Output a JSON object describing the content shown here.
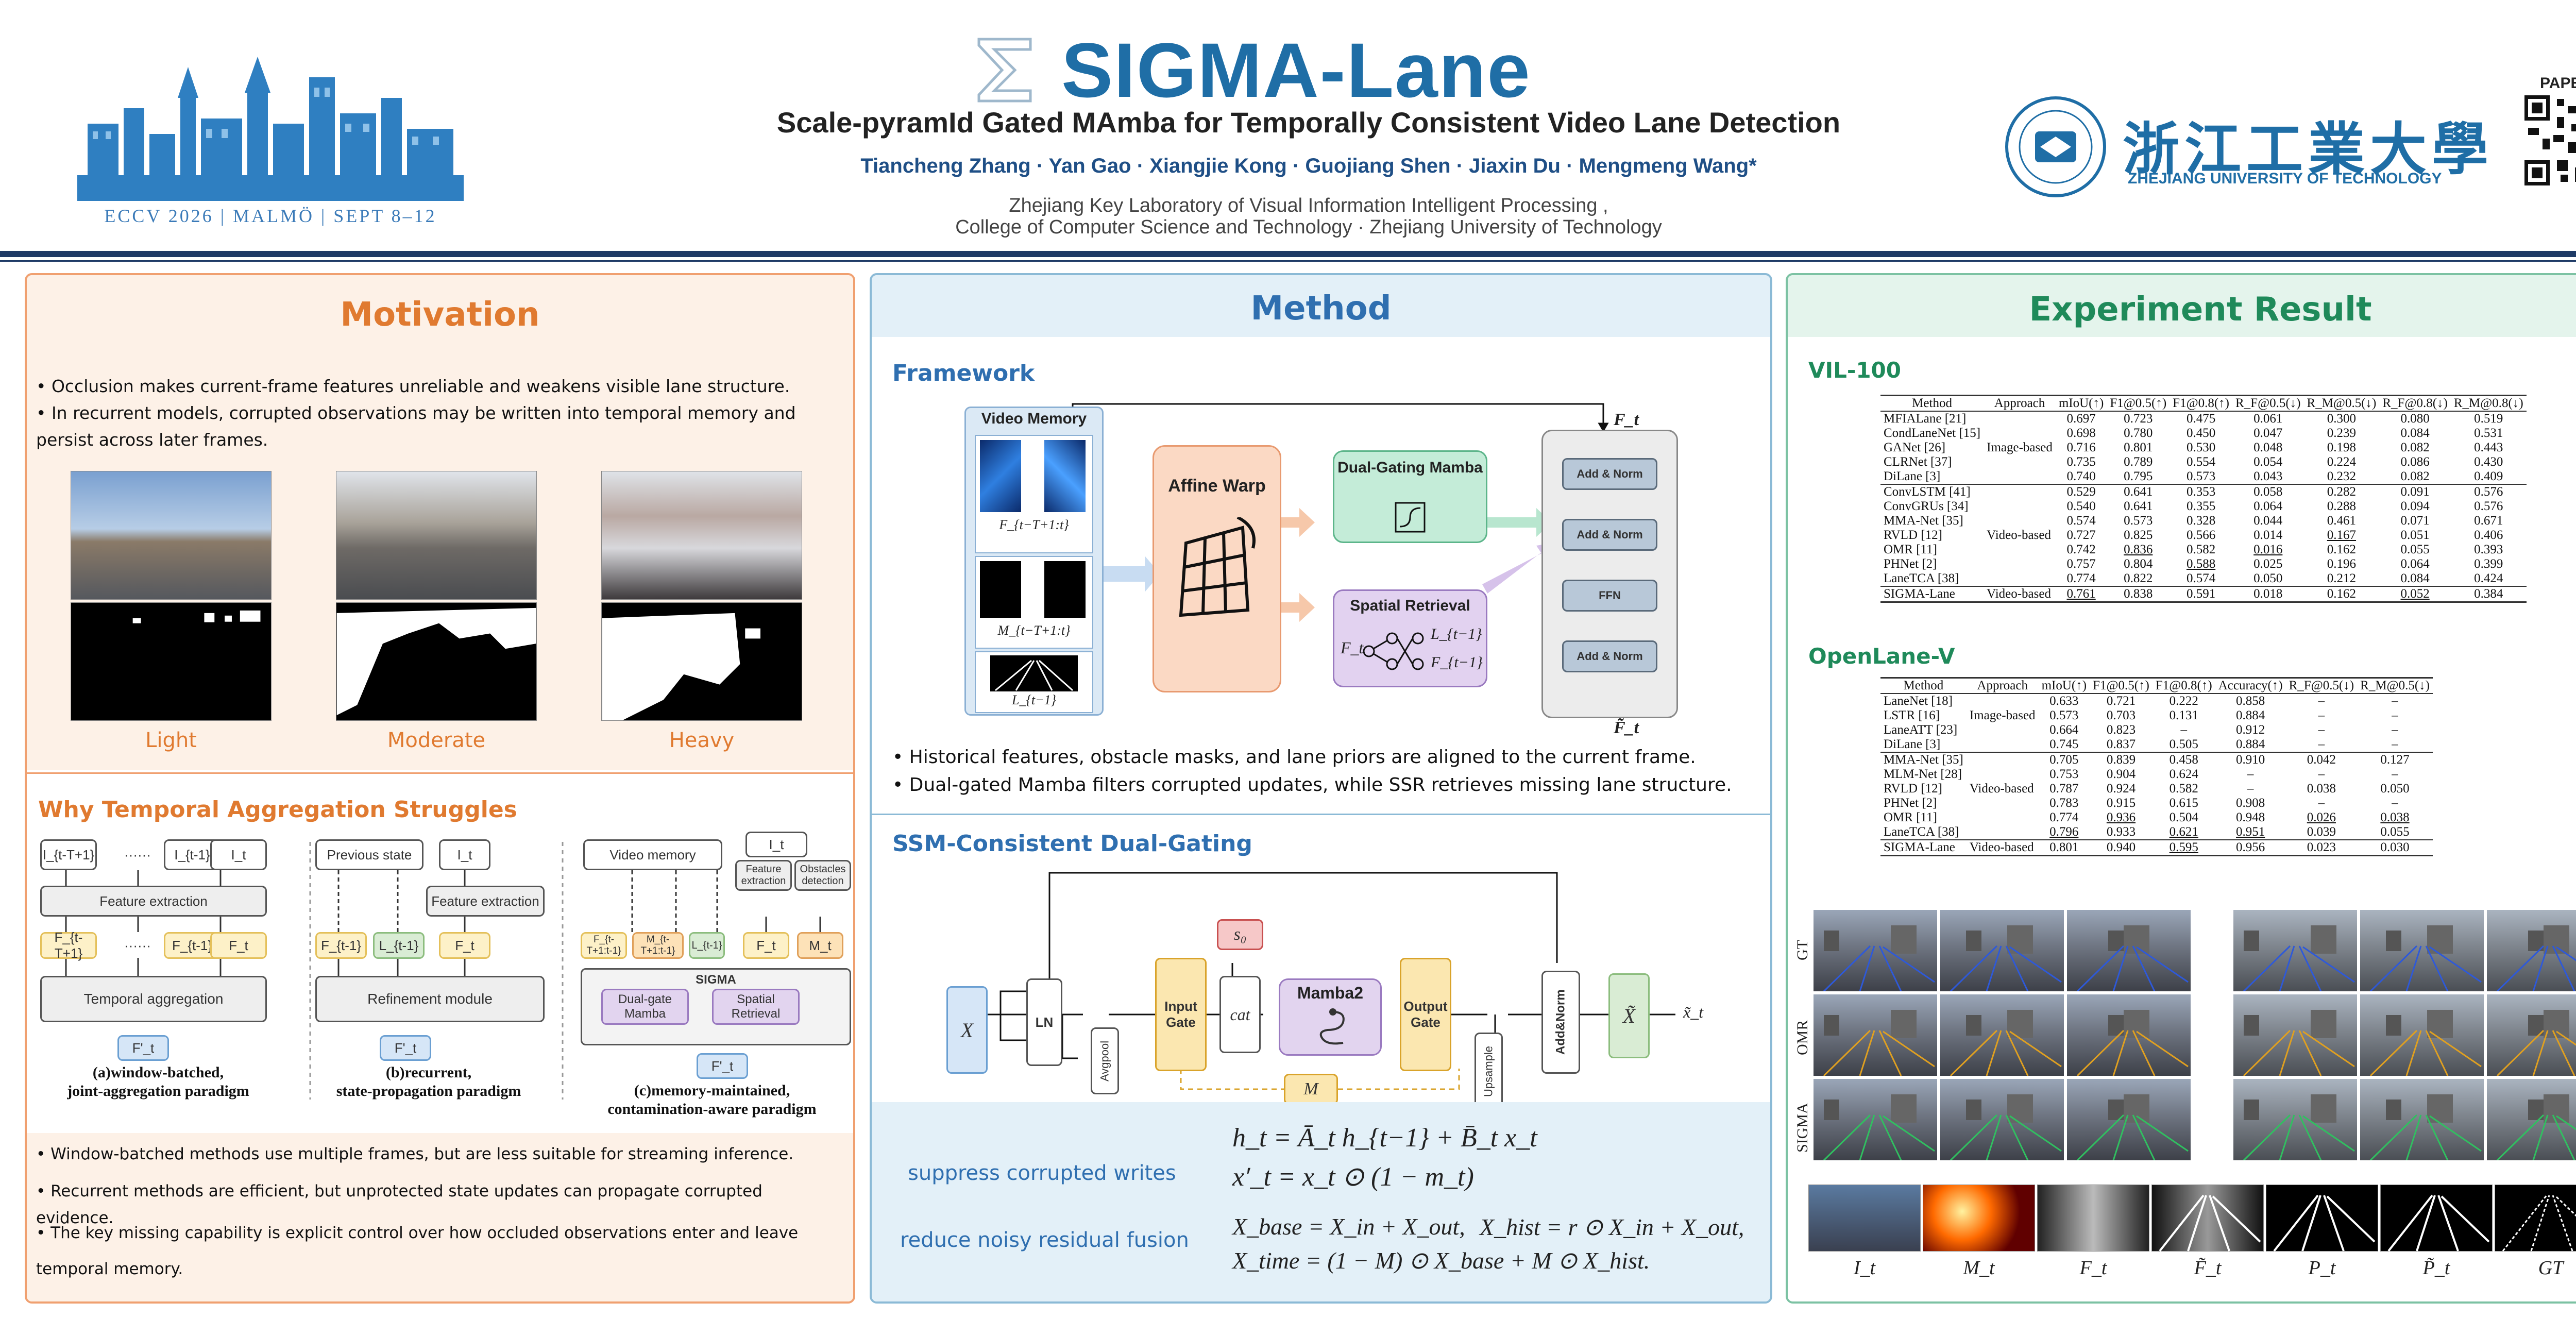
{
  "header": {
    "title": "SIGMA-Lane",
    "subtitle": "Scale-pyramId Gated MAmba for Temporally Consistent Video Lane Detection",
    "authors": "Tiancheng Zhang · Yan Gao · Xiangjie Kong · Guojiang Shen · Jiaxin Du · Mengmeng Wang*",
    "affiliation_1": "Zhejiang Key Laboratory of Visual Information Intelligent Processing ,",
    "affiliation_2": "College of Computer Science and Technology · Zhejiang University of Technology",
    "conference": "ECCV 2026 | MALMÖ | SEPT 8–12",
    "university_cn": "浙江工業大學",
    "university_en": "ZHEJIANG UNIVERSITY OF TECHNOLOGY",
    "paper_label": "PAPER",
    "colors": {
      "brand": "#1f6ea6",
      "bar": "#1f3b66"
    }
  },
  "motivation": {
    "title": "Motivation",
    "bullets": [
      "• Occlusion makes current-frame features unreliable and weakens visible lane structure.",
      "• In recurrent models, corrupted observations may be written into temporal memory and persist across later frames."
    ],
    "occlusion_levels": [
      "Light",
      "Moderate",
      "Heavy"
    ],
    "why_title": "Why Temporal Aggregation Struggles",
    "diagram_a": {
      "inputs": [
        "I_{t-T+1}",
        "······",
        "I_{t-1}",
        "I_t"
      ],
      "feature_extraction": "Feature extraction",
      "features": [
        "F_{t-T+1}",
        "······",
        "F_{t-1}",
        "F_t"
      ],
      "aggregation": "Temporal aggregation",
      "output": "F'_t",
      "caption": "(a)window-batched,\njoint-aggregation paradigm"
    },
    "diagram_b": {
      "previous_state": "Previous state",
      "input": "I_t",
      "feature_extraction": "Feature extraction",
      "state_feats": [
        "F_{t-1}",
        "L_{t-1}"
      ],
      "current_feat": "F_t",
      "refinement": "Refinement module",
      "output": "F'_t",
      "caption": "(b)recurrent,\nstate-propagation paradigm"
    },
    "diagram_c": {
      "video_memory": "Video memory",
      "input": "I_t",
      "feature_extraction": "Feature extraction",
      "obstacles": "Obstacles detection",
      "feats": [
        "F_{t-T+1:t-1}",
        "M_{t-T+1:t-1}",
        "L_{t-1}",
        "F_t",
        "M_t"
      ],
      "sigma": "SIGMA",
      "dual_gate": "Dual-gate Mamba",
      "spatial": "Spatial Retrieval",
      "output": "F'_t",
      "caption": "(c)memory-maintained,\ncontamination-aware paradigm"
    },
    "bottom_bullets": [
      "• Window-batched methods use multiple frames, but are less suitable for streaming inference.",
      "• Recurrent methods are efficient, but unprotected state updates can propagate corrupted evidence.",
      "• The key missing capability is explicit control over how occluded observations enter and leave temporal memory."
    ]
  },
  "method": {
    "title": "Method",
    "framework_title": "Framework",
    "framework": {
      "video_memory": "Video Memory",
      "mem_labels": [
        "F_{t−T+1:t}",
        "M_{t−T+1:t}",
        "L_{t−1}"
      ],
      "affine_warp": "Affine Warp",
      "dual_gating": "Dual-Gating Mamba",
      "spatial_retrieval": "Spatial Retrieval",
      "sr_labels": [
        "F_t",
        "L_{t−1}",
        "F_{t−1}"
      ],
      "add_norm": "Add & Norm",
      "ffn": "FFN",
      "top_out": "F_t",
      "bottom_out": "F̃_t"
    },
    "framework_bullets": [
      "• Historical features, obstacle masks, and lane priors are aligned to the current frame.",
      "• Dual-gated Mamba filters corrupted updates, while SSR retrieves missing lane structure."
    ],
    "ssm_title": "SSM-Consistent Dual-Gating",
    "ssm": {
      "x": "X",
      "ln": "LN",
      "avgpool": "Avgpool",
      "input_gate": "Input Gate",
      "s0": "s₀",
      "cat": "cat",
      "mamba": "Mamba2",
      "output_gate": "Output Gate",
      "upsample": "Upsample",
      "add_norm": "Add&Norm",
      "x_tilde": "X̃",
      "out": "x̃_t",
      "m": "M"
    },
    "eq_label_1": "suppress corrupted writes",
    "eq_label_2": "reduce noisy residual fusion",
    "eq_1a": "h_t = Ā_t h_{t−1} + B̄_t x_t",
    "eq_1b": "x′_t = x_t ⊙ (1 − m_t)",
    "eq_2a": "X_base = X_in + X_out,",
    "eq_2b": "X_hist = r ⊙ X_in + X_out,",
    "eq_2c": "X_time = (1 − M) ⊙ X_base + M ⊙ X_hist."
  },
  "experiment": {
    "title": "Experiment Result",
    "vil_title": "VIL-100",
    "vil_headers": [
      "Method",
      "Approach",
      "mIoU(↑)",
      "F1@0.5(↑)",
      "F1@0.8(↑)",
      "R_F@0.5(↓)",
      "R_M@0.5(↓)",
      "R_F@0.8(↓)",
      "R_M@0.8(↓)"
    ],
    "vil_image": [
      [
        "MFIALane [21]",
        "0.697",
        "0.723",
        "0.475",
        "0.061",
        "0.300",
        "0.080",
        "0.519"
      ],
      [
        "CondLaneNet [15]",
        "0.698",
        "0.780",
        "0.450",
        "0.047",
        "0.239",
        "0.084",
        "0.531"
      ],
      [
        "GANet [26]",
        "0.716",
        "0.801",
        "0.530",
        "0.048",
        "0.198",
        "0.082",
        "0.443"
      ],
      [
        "CLRNet [37]",
        "0.735",
        "0.789",
        "0.554",
        "0.054",
        "0.224",
        "0.086",
        "0.430"
      ],
      [
        "DiLane [3]",
        "0.740",
        "0.795",
        "0.573",
        "0.043",
        "0.232",
        "0.082",
        "0.409"
      ]
    ],
    "vil_video": [
      [
        "ConvLSTM [41]",
        "0.529",
        "0.641",
        "0.353",
        "0.058",
        "0.282",
        "0.091",
        "0.576"
      ],
      [
        "ConvGRUs [34]",
        "0.540",
        "0.641",
        "0.355",
        "0.064",
        "0.288",
        "0.094",
        "0.576"
      ],
      [
        "MMA-Net [35]",
        "0.574",
        "0.573",
        "0.328",
        "0.044",
        "0.461",
        "0.071",
        "0.671"
      ],
      [
        "RVLD [12]",
        "0.727",
        "0.825",
        "0.566",
        "0.014",
        "0.167",
        "0.051",
        "0.406"
      ],
      [
        "OMR [11]",
        "0.742",
        "0.836",
        "0.582",
        "0.016",
        "0.162",
        "0.055",
        "0.393"
      ],
      [
        "PHNet [2]",
        "0.757",
        "0.804",
        "0.588",
        "0.025",
        "0.196",
        "0.064",
        "0.399"
      ],
      [
        "LaneTCA [38]",
        "0.774",
        "0.822",
        "0.574",
        "0.050",
        "0.212",
        "0.084",
        "0.424"
      ]
    ],
    "vil_ours": [
      "SIGMA-Lane",
      "Video-based",
      "0.761",
      "0.838",
      "0.591",
      "0.018",
      "0.162",
      "0.052",
      "0.384"
    ],
    "approach_image": "Image-based",
    "approach_video": "Video-based",
    "openlane_title": "OpenLane-V",
    "ol_headers": [
      "Method",
      "Approach",
      "mIoU(↑)",
      "F1@0.5(↑)",
      "F1@0.8(↑)",
      "Accuracy(↑)",
      "R_F@0.5(↓)",
      "R_M@0.5(↓)"
    ],
    "ol_image": [
      [
        "LaneNet [18]",
        "0.633",
        "0.721",
        "0.222",
        "0.858",
        "–",
        "–"
      ],
      [
        "LSTR [16]",
        "0.573",
        "0.703",
        "0.131",
        "0.884",
        "–",
        "–"
      ],
      [
        "LaneATT [23]",
        "0.664",
        "0.823",
        "–",
        "0.912",
        "–",
        "–"
      ],
      [
        "DiLane [3]",
        "0.745",
        "0.837",
        "0.505",
        "0.884",
        "–",
        "–"
      ]
    ],
    "ol_video": [
      [
        "MMA-Net [35]",
        "0.705",
        "0.839",
        "0.458",
        "0.910",
        "0.042",
        "0.127"
      ],
      [
        "MLM-Net [28]",
        "0.753",
        "0.904",
        "0.624",
        "–",
        "–",
        "–"
      ],
      [
        "RVLD [12]",
        "0.787",
        "0.924",
        "0.582",
        "–",
        "0.038",
        "0.050"
      ],
      [
        "PHNet [2]",
        "0.783",
        "0.915",
        "0.615",
        "0.908",
        "–",
        "–"
      ],
      [
        "OMR [11]",
        "0.774",
        "0.936",
        "0.504",
        "0.948",
        "0.026",
        "0.038"
      ],
      [
        "LaneTCA [38]",
        "0.796",
        "0.933",
        "0.621",
        "0.951",
        "0.039",
        "0.055"
      ]
    ],
    "ol_ours": [
      "SIGMA-Lane",
      "Video-based",
      "0.801",
      "0.940",
      "0.595",
      "0.956",
      "0.023",
      "0.030"
    ],
    "row_labels": [
      "GT",
      "OMR",
      "SIGMA"
    ],
    "vis_labels": [
      "I_t",
      "M_t",
      "F_t",
      "F̃_t",
      "P_t",
      "P̃_t",
      "GT"
    ]
  }
}
